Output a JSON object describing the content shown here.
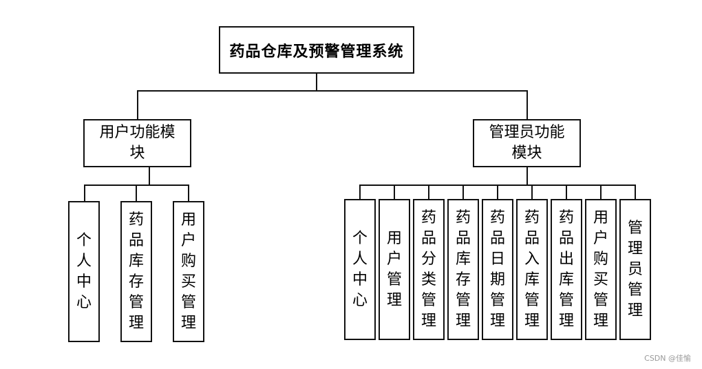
{
  "root": {
    "label": "药品仓库及预警管理系统"
  },
  "modules": [
    {
      "label": "用户功能模块",
      "children": [
        "个人中心",
        "药品库存管理",
        "用户购买管理"
      ]
    },
    {
      "label": "管理员功能模块",
      "children": [
        "个人中心",
        "用户管理",
        "药品分类管理",
        "药品库存管理",
        "药品日期管理",
        "药品入库管理",
        "药品出库管理",
        "用户购买管理",
        "管理员管理"
      ]
    }
  ],
  "watermark": "CSDN @佳愉"
}
